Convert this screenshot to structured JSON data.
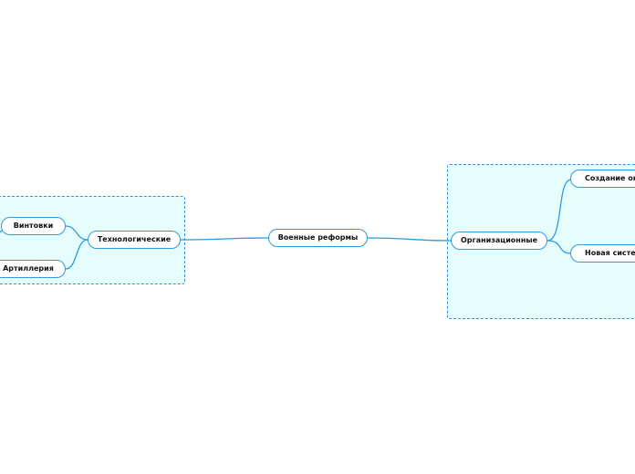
{
  "mindmap": {
    "central": "Военные реформы",
    "left_branch": {
      "label": "Технологические",
      "children": [
        "Винтовки",
        "Артиллерия"
      ]
    },
    "right_branch": {
      "label": "Организационные",
      "children": [
        "Создание окр",
        "Новая систем"
      ]
    }
  },
  "colors": {
    "line": "#2c9be0",
    "boundary_border": "#3a8fd6",
    "boundary_fill": "#e6fdfd",
    "node_fill": "#ffffff"
  }
}
